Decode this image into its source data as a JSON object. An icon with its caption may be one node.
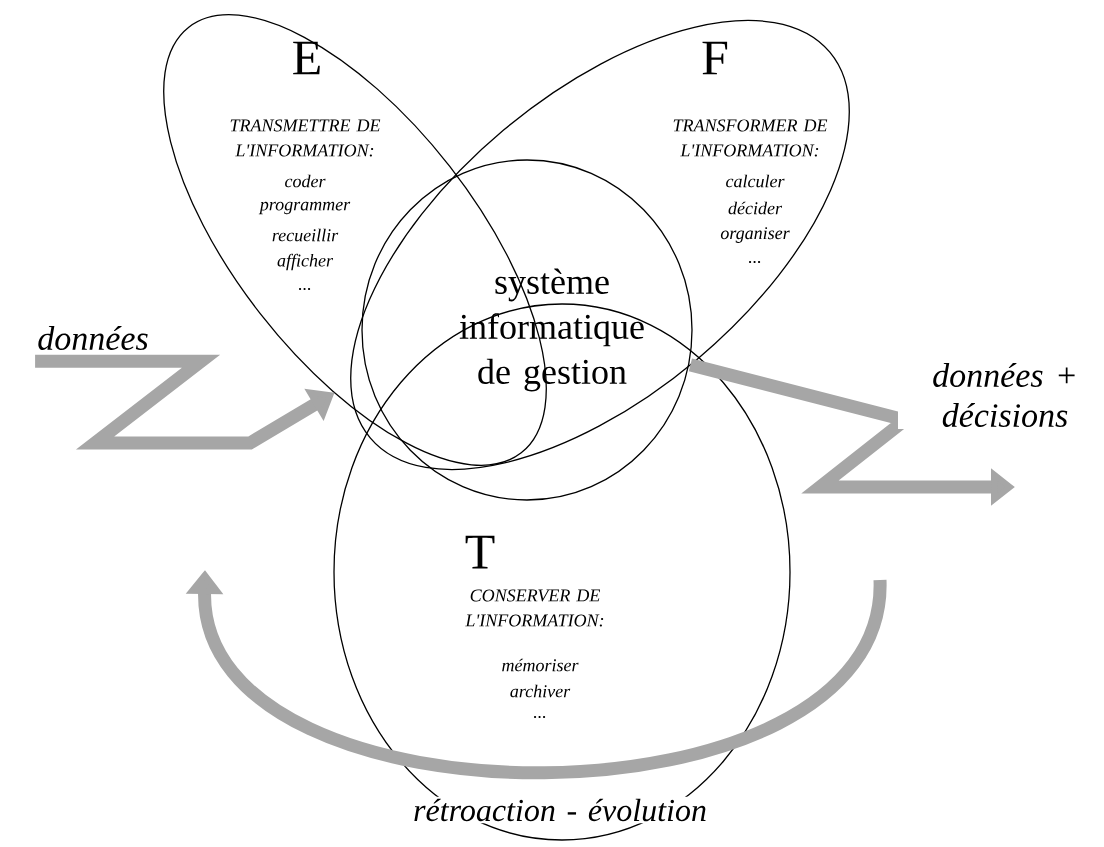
{
  "diagram": {
    "nodes": [
      {
        "text": [
          "E",
          "TRANSMETTRE DE L'INFORMATION:",
          "coder",
          "programmer",
          "recueillir",
          "afficher",
          "..."
        ]
      },
      {
        "text": [
          "F",
          "TRANSFORMER DE L'INFORMATION:",
          "calculer",
          "décider",
          "organiser",
          "..."
        ]
      },
      {
        "text": [
          "système informatique de gestion"
        ]
      },
      {
        "text": [
          "T",
          "CONSERVER DE L'INFORMATION:",
          "mémoriser",
          "archiver",
          "..."
        ]
      },
      {
        "text": [
          "données"
        ]
      }
    ],
    "edges": [
      {
        "from": 4,
        "to": 0,
        "arrow": "to"
      },
      {
        "from": 1,
        "to": null,
        "arrow": "to"
      }
    ],
    "labels": [
      "données + décisions",
      "rétroaction - évolution"
    ]
  }
}
